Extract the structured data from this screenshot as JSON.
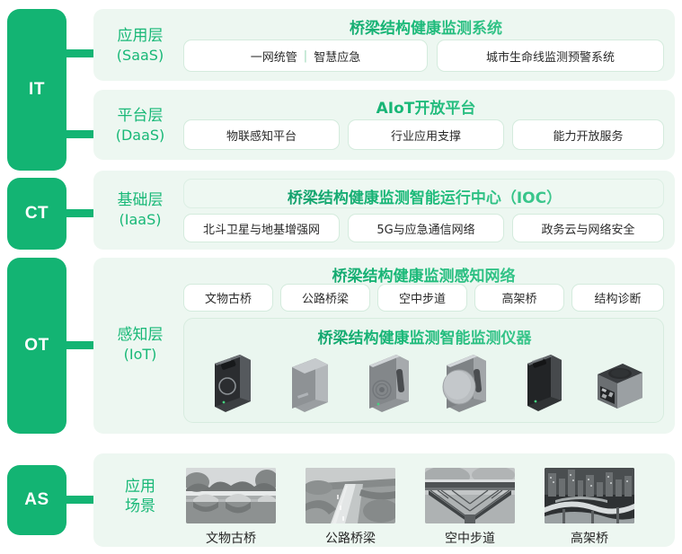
{
  "theme": {
    "brand_green": "#13b473",
    "label_green": "#18b877",
    "panel_bg": "#edf7f1",
    "chip_border": "#d4ebdd",
    "title_gradient_from": "#0e8a63",
    "title_gradient_to": "#5bd39f"
  },
  "badges": [
    {
      "id": "it",
      "label": "IT"
    },
    {
      "id": "ct",
      "label": "CT"
    },
    {
      "id": "ot",
      "label": "OT"
    },
    {
      "id": "as",
      "label": "AS"
    }
  ],
  "layers": {
    "saas": {
      "label_cn": "应用层",
      "label_en": "(SaaS)",
      "title": "桥梁结构健康监测系统",
      "chips": [
        {
          "text": "一网统管",
          "separator": "|",
          "text2": "智慧应急"
        },
        {
          "text": "城市生命线监测预警系统"
        }
      ]
    },
    "daas": {
      "label_cn": "平台层",
      "label_en": "(DaaS)",
      "title": "AIoT开放平台",
      "chips": [
        {
          "text": "物联感知平台"
        },
        {
          "text": "行业应用支撑"
        },
        {
          "text": "能力开放服务"
        }
      ]
    },
    "iaas": {
      "label_cn": "基础层",
      "label_en": "(IaaS)",
      "title": "桥梁结构健康监测智能运行中心（IOC）",
      "chips": [
        {
          "text": "北斗卫星与地基增强网"
        },
        {
          "text": "5G与应急通信网络"
        },
        {
          "text": "政务云与网络安全"
        }
      ]
    },
    "iot": {
      "label_cn": "感知层",
      "label_en": "(IoT)",
      "title": "桥梁结构健康监测感知网络",
      "chips": [
        {
          "text": "文物古桥"
        },
        {
          "text": "公路桥梁"
        },
        {
          "text": "空中步道"
        },
        {
          "text": "高架桥"
        },
        {
          "text": "结构诊断"
        }
      ],
      "device_title": "桥梁结构健康监测智能监测仪器",
      "devices": [
        {
          "name": "dark-sensor-with-ring"
        },
        {
          "name": "plain-grey-box-sensor"
        },
        {
          "name": "grey-sensor-with-ripple"
        },
        {
          "name": "disc-sensor"
        },
        {
          "name": "dark-slim-sensor"
        },
        {
          "name": "cube-sensor-with-display"
        }
      ]
    },
    "scenarios": {
      "label_line1": "应用",
      "label_line2": "场景",
      "items": [
        {
          "caption": "文物古桥",
          "photo": "arch-stone-bridge-photo"
        },
        {
          "caption": "公路桥梁",
          "photo": "highway-bridge-photo"
        },
        {
          "caption": "空中步道",
          "photo": "skywalk-truss-photo"
        },
        {
          "caption": "高架桥",
          "photo": "city-viaduct-photo"
        }
      ]
    }
  }
}
